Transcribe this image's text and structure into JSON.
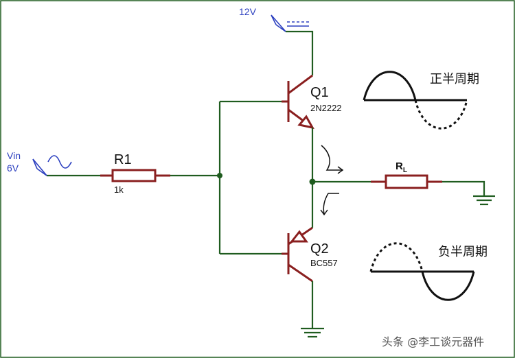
{
  "supply": {
    "label": "12V"
  },
  "source": {
    "label_line1": "Vin",
    "label_line2": "6V"
  },
  "resistor_r1": {
    "name": "R1",
    "value": "1k"
  },
  "transistor_q1": {
    "name": "Q1",
    "part": "2N2222"
  },
  "transistor_q2": {
    "name": "Q2",
    "part": "BC557"
  },
  "load": {
    "name": "R",
    "subscript": "L"
  },
  "waveforms": {
    "positive": {
      "caption": "正半周期"
    },
    "negative": {
      "caption": "负半周期"
    }
  },
  "watermark": "头条 @李工谈元器件",
  "colors": {
    "wire": "#1f5c1f",
    "component": "#8a1f1f",
    "terminal_label": "#2b3fbf",
    "text": "#111111"
  }
}
